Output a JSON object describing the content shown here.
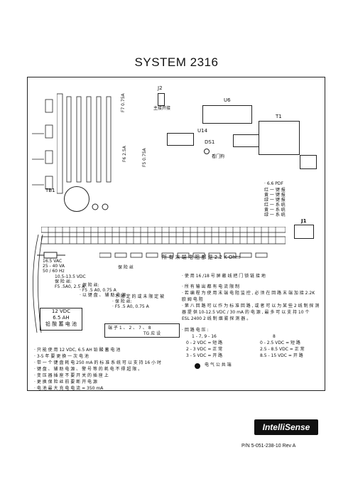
{
  "title": "SYSTEM 2316",
  "board_labels": {
    "j2": "J2",
    "j2_sub": "主接开接",
    "u6": "U6",
    "u14": "U14",
    "ds1": "DS1",
    "ds1_sub": "看门狗",
    "t1": "T1",
    "tb1": "TB1",
    "j1": "J1",
    "relay_fuse_1": "F7 0.75A",
    "relay_fuse_2": "F6 2.5A",
    "relay_fuse_3": "F5 0.75A"
  },
  "status_legend": {
    "title": "· 6.6 PDF",
    "items": [
      "红 一 键 报 ",
      "黄 一 键 报 ",
      "绿 一 键 报 ",
      "红 一 系 统 ",
      "黄 一 系 统 ",
      "绿 一 系 统 "
    ]
  },
  "terminal_note": "所 有 末 端 电 阻 都 是 2.2 K-Ohm",
  "power_labels": {
    "transformer": "16.5 VAC\n25 - 40 VA\n50 / 60 Hz",
    "aux_power": "10.5-13.5 VDC\n保 险 丝:\nF5 .5A0, 2.5 A",
    "aux_2": "· 保 险 丝:\n· F5 .5 A0, 0.75 A\n· 以 键 盘 、 辅 助 电 源",
    "relay_small": "保 险 丝",
    "aux_3": "· 不 限 定 的 或 未 限 定 被\n· 保 险 丝:\n· F5 .5 A0, 0.75 A"
  },
  "battery": {
    "line1": "12 VDC",
    "line2": "6.5 AH",
    "line3": "铅 酸 蓄 电 池"
  },
  "small_box": {
    "line1": "端 子  1 、 2 、 7 、 8",
    "line2": "TG 应 设"
  },
  "right_notes": [
    "· 使 用 16 /18 号 屏 蔽 线 把 门 锁 链 接 地",
    "· 所 有 输 出 都 有 电 流 限 制",
    "· 若 编 程 为 使 用 末 端 电 阻 监 控 , 必 须 在 回 路 末 端 加 接 2.2K",
    "  欧 姆 电 阻",
    "· 第 八 回 路 可 以 作 为 标 准 回 路 , 或 者 可 以 为 某 些 2 线 制 探 测",
    "  器 提 供 10-12.5 VDC / 30 mA 的 电 源 , 最 多 可 以 支 持 10 个",
    "  ESL 2400 2 线 制 烟 雾 探 测 器 。"
  ],
  "loop_voltage": {
    "header": "· 回 路 电 压 :",
    "col1_head": "1 - 7, 9 - 16",
    "col2_head": "8",
    "rows": [
      [
        "0 - 2 VDC = 短 路",
        "0 - 2.5 VDC = 短 路"
      ],
      [
        "2 - 3 VDC = 正 常",
        "2.5 - 8.5 VDC = 正 常"
      ],
      [
        "3 - 5 VDC = 开 路",
        "8.5 - 15 VDC = 开 路"
      ]
    ],
    "ground_label": "电 气 公 共 端"
  },
  "left_notes": [
    "· 只 能 使 用 12 VDC, 6.5 AH 铅 酸 蓄 电 池",
    "· 3-5 年 要 更 换 一 次 电 池",
    "· 带 一 个 键 盘 耗 电 250 mA 的 标 准 系 统 可 以 支 持 16 小 时",
    "· 键 盘 、 辅 助 电 源 、 警 号 等 的 耗 电 不 得 超 限 。",
    "",
    "· 变 压 器 插 座 不 要 开 关 的 插 座 上",
    "· 更 换 保 险 丝 前 要 断 开 电 源",
    "· 电 池 最 大 充 电 电 流 = 350 mA"
  ],
  "logo": "IntelliSense",
  "part_number": "P/N 5-051-238-10  Rev   A"
}
